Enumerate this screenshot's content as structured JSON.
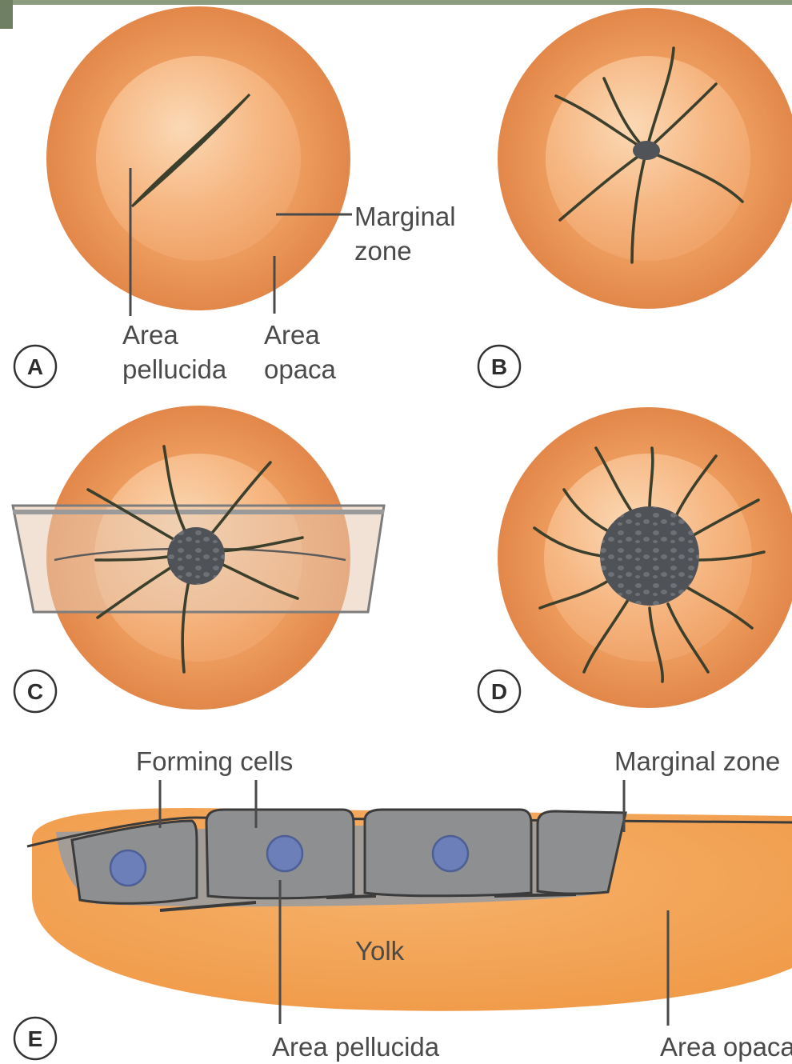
{
  "panels": {
    "a": {
      "letter": "A"
    },
    "b": {
      "letter": "B"
    },
    "c": {
      "letter": "C"
    },
    "d": {
      "letter": "D"
    },
    "e": {
      "letter": "E"
    }
  },
  "labels": {
    "a_marginal_zone_line1": "Marginal",
    "a_marginal_zone_line2": "zone",
    "a_area_pellucida_line1": "Area",
    "a_area_pellucida_line2": "pellucida",
    "a_area_opaca_line1": "Area",
    "a_area_opaca_line2": "opaca",
    "e_forming_cells": "Forming cells",
    "e_marginal_zone": "Marginal zone",
    "e_yolk": "Yolk",
    "e_area_pellucida": "Area pellucida",
    "e_area_opaca": "Area opaca"
  },
  "colors": {
    "orange_outer": "#e8914f",
    "orange_inner": "#f6b27a",
    "vessel": "#3b3f2c",
    "cell_gray": "#8e8f91",
    "nucleus_blue": "#6c7fb8",
    "yolk": "#f2a357",
    "corner_accent": "#7f8f73"
  }
}
